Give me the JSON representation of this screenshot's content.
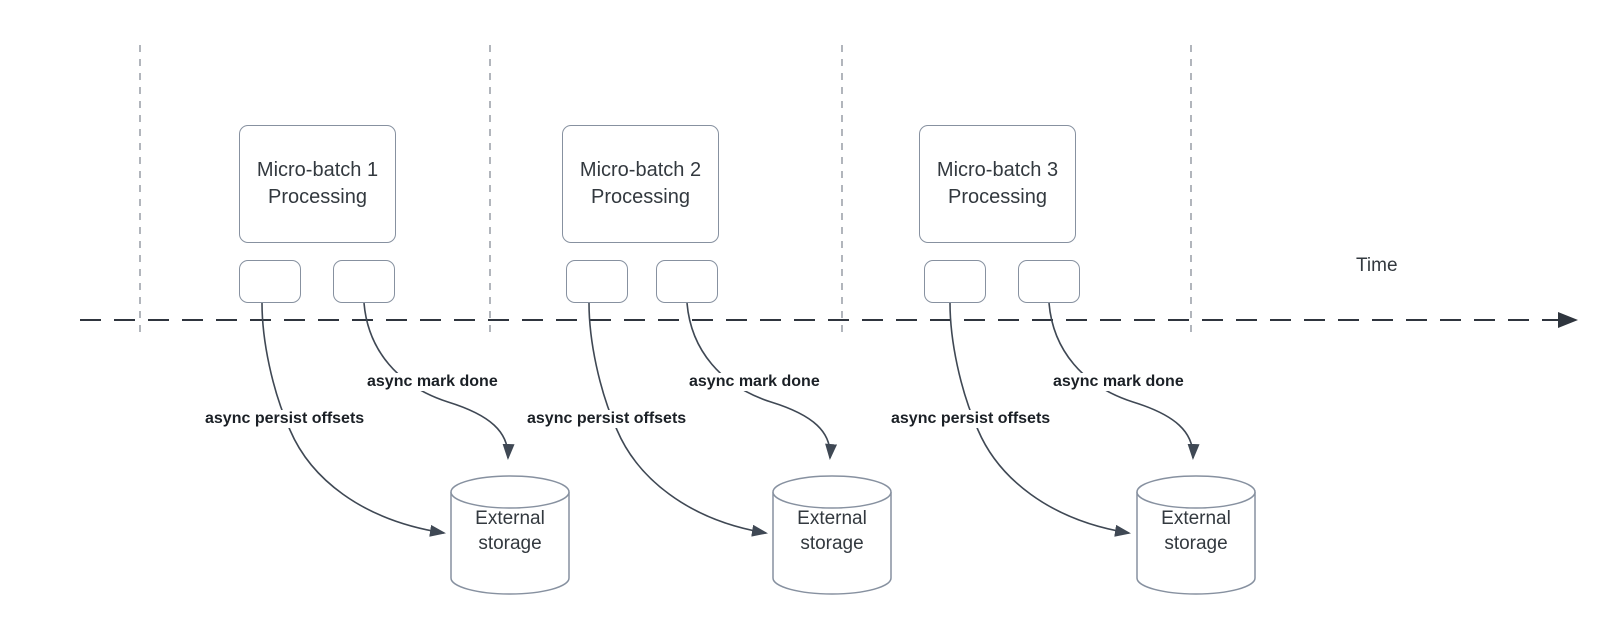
{
  "time_label": "Time",
  "colors": {
    "arrow_line": "#3f4854",
    "timeline": "#2f353e",
    "divider": "#9ea3ab",
    "box_border": "#8791a0",
    "title_text": "#33393f",
    "label_text": "#1b2026"
  },
  "batches": [
    {
      "title": "Micro-batch 1\nProcessing",
      "persist_label": "async persist offsets",
      "mark_done_label": "async mark done",
      "storage_label": "External\nstorage"
    },
    {
      "title": "Micro-batch 2\nProcessing",
      "persist_label": "async persist offsets",
      "mark_done_label": "async mark done",
      "storage_label": "External\nstorage"
    },
    {
      "title": "Micro-batch 3\nProcessing",
      "persist_label": "async persist offsets",
      "mark_done_label": "async mark done",
      "storage_label": "External\nstorage"
    }
  ]
}
